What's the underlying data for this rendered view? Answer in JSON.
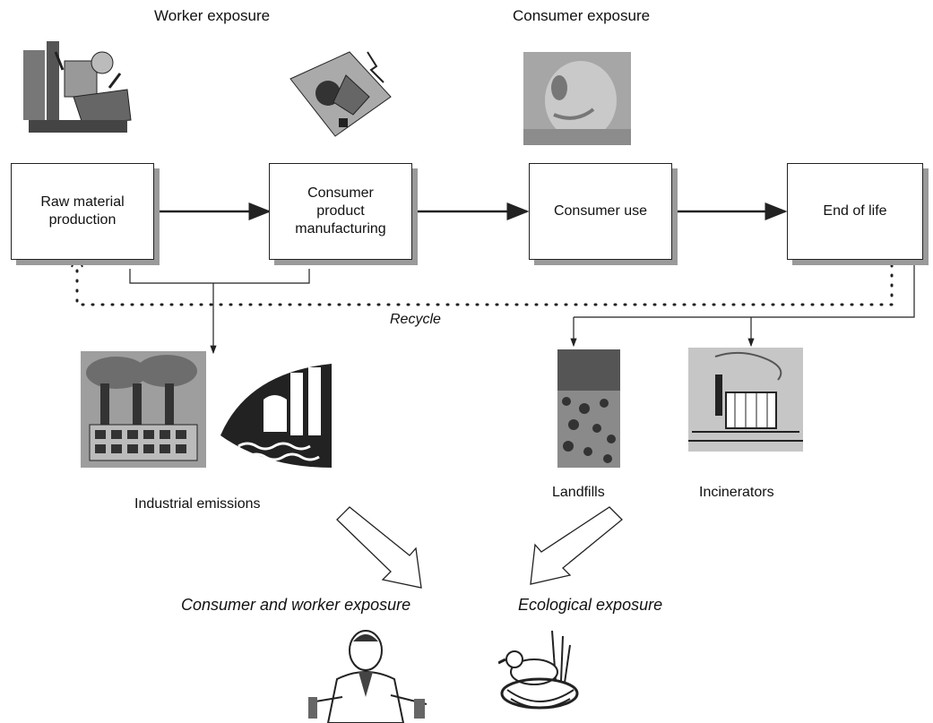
{
  "headers": {
    "worker_exposure": "Worker exposure",
    "consumer_exposure": "Consumer exposure"
  },
  "stages": {
    "raw": "Raw material\nproduction",
    "manufacturing": "Consumer\nproduct\nmanufacturing",
    "use": "Consumer use",
    "end": "End of life"
  },
  "recycle_label": "Recycle",
  "outputs": {
    "industrial": "Industrial emissions",
    "landfills": "Landfills",
    "incinerators": "Incinerators"
  },
  "exposures": {
    "consumer_worker": "Consumer and worker exposure",
    "ecological": "Ecological exposure"
  },
  "colors": {
    "line": "#222222",
    "shadow": "#9a9a9a",
    "clipart": "#555555"
  },
  "icons": [
    "factory-worker-icon",
    "manufacturing-clipart-icon",
    "consumer-face-icon",
    "smokestack-factory-icon",
    "power-plant-water-icon",
    "landfill-icon",
    "incinerator-icon",
    "lab-worker-icon",
    "duck-nest-icon"
  ]
}
